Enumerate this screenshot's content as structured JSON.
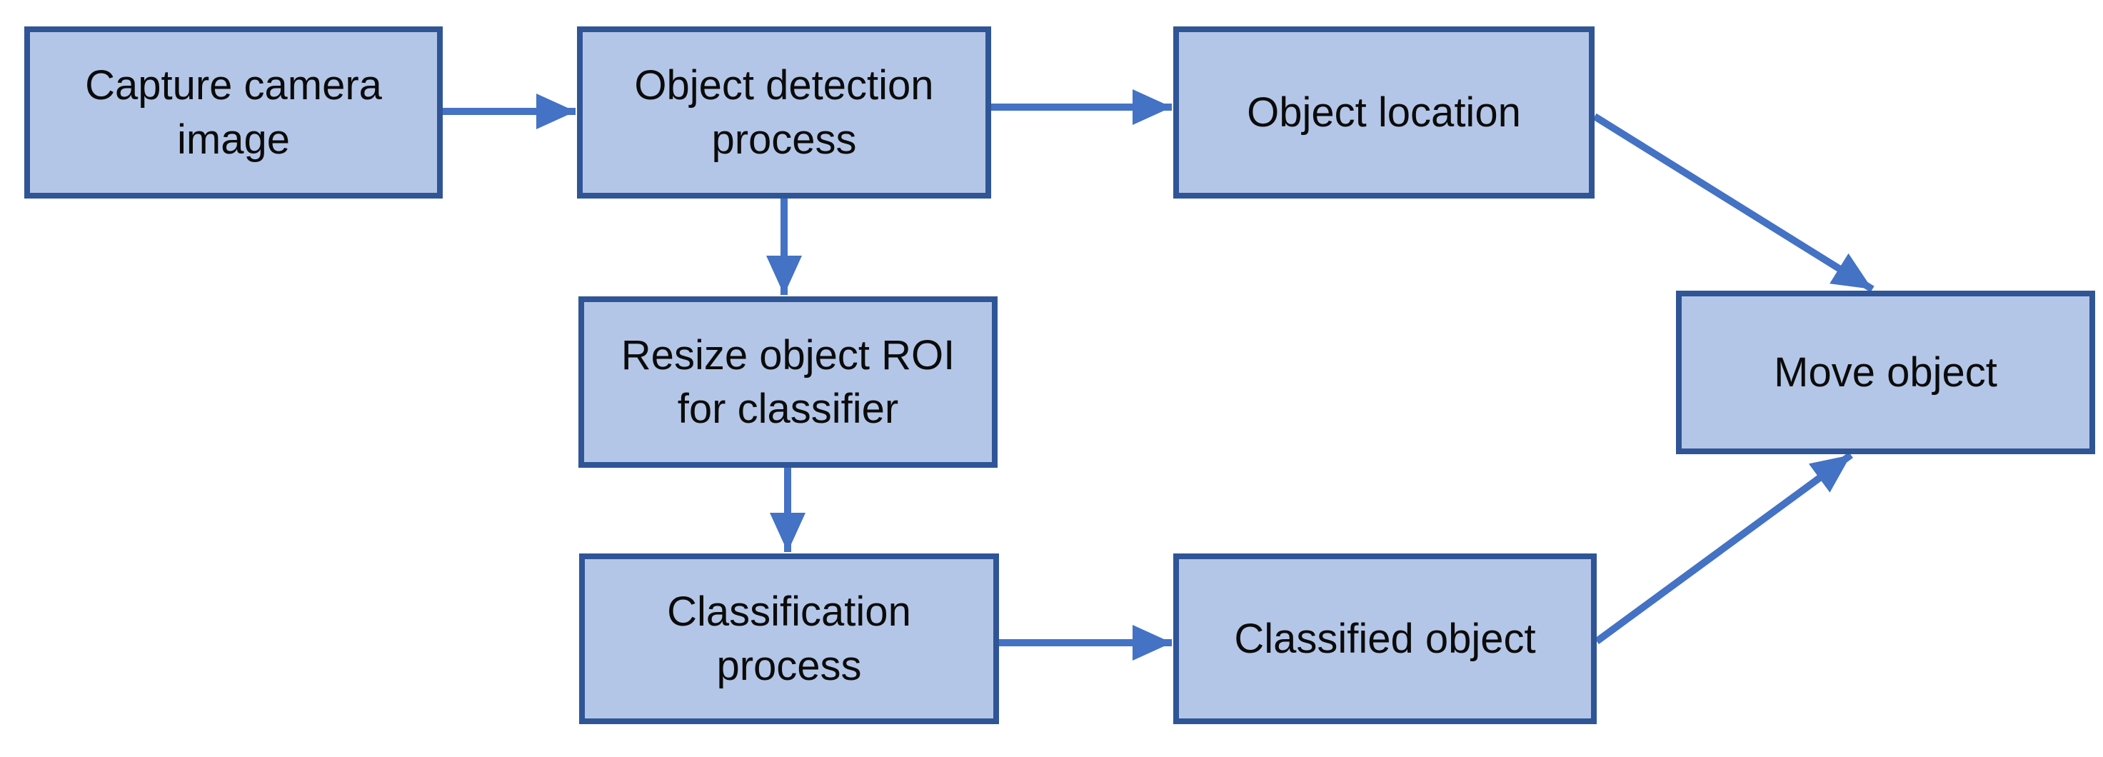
{
  "diagram": {
    "type": "flowchart",
    "colors": {
      "box_fill": "#b4c6e7",
      "box_border": "#2f5597",
      "arrow": "#4472c4"
    },
    "nodes": [
      {
        "id": "capture",
        "label": "Capture camera image"
      },
      {
        "id": "detect",
        "label": "Object detection process"
      },
      {
        "id": "location",
        "label": "Object location"
      },
      {
        "id": "resize",
        "label": "Resize object ROI for classifier"
      },
      {
        "id": "classify",
        "label": "Classification process"
      },
      {
        "id": "classified",
        "label": "Classified object"
      },
      {
        "id": "move",
        "label": "Move object"
      }
    ],
    "edges": [
      {
        "from": "Capture camera image",
        "to": "Object detection process"
      },
      {
        "from": "Object detection process",
        "to": "Object location"
      },
      {
        "from": "Object detection process",
        "to": "Resize object ROI for classifier"
      },
      {
        "from": "Resize object ROI for classifier",
        "to": "Classification process"
      },
      {
        "from": "Classification process",
        "to": "Classified object"
      },
      {
        "from": "Object location",
        "to": "Move object"
      },
      {
        "from": "Classified object",
        "to": "Move object"
      }
    ]
  }
}
